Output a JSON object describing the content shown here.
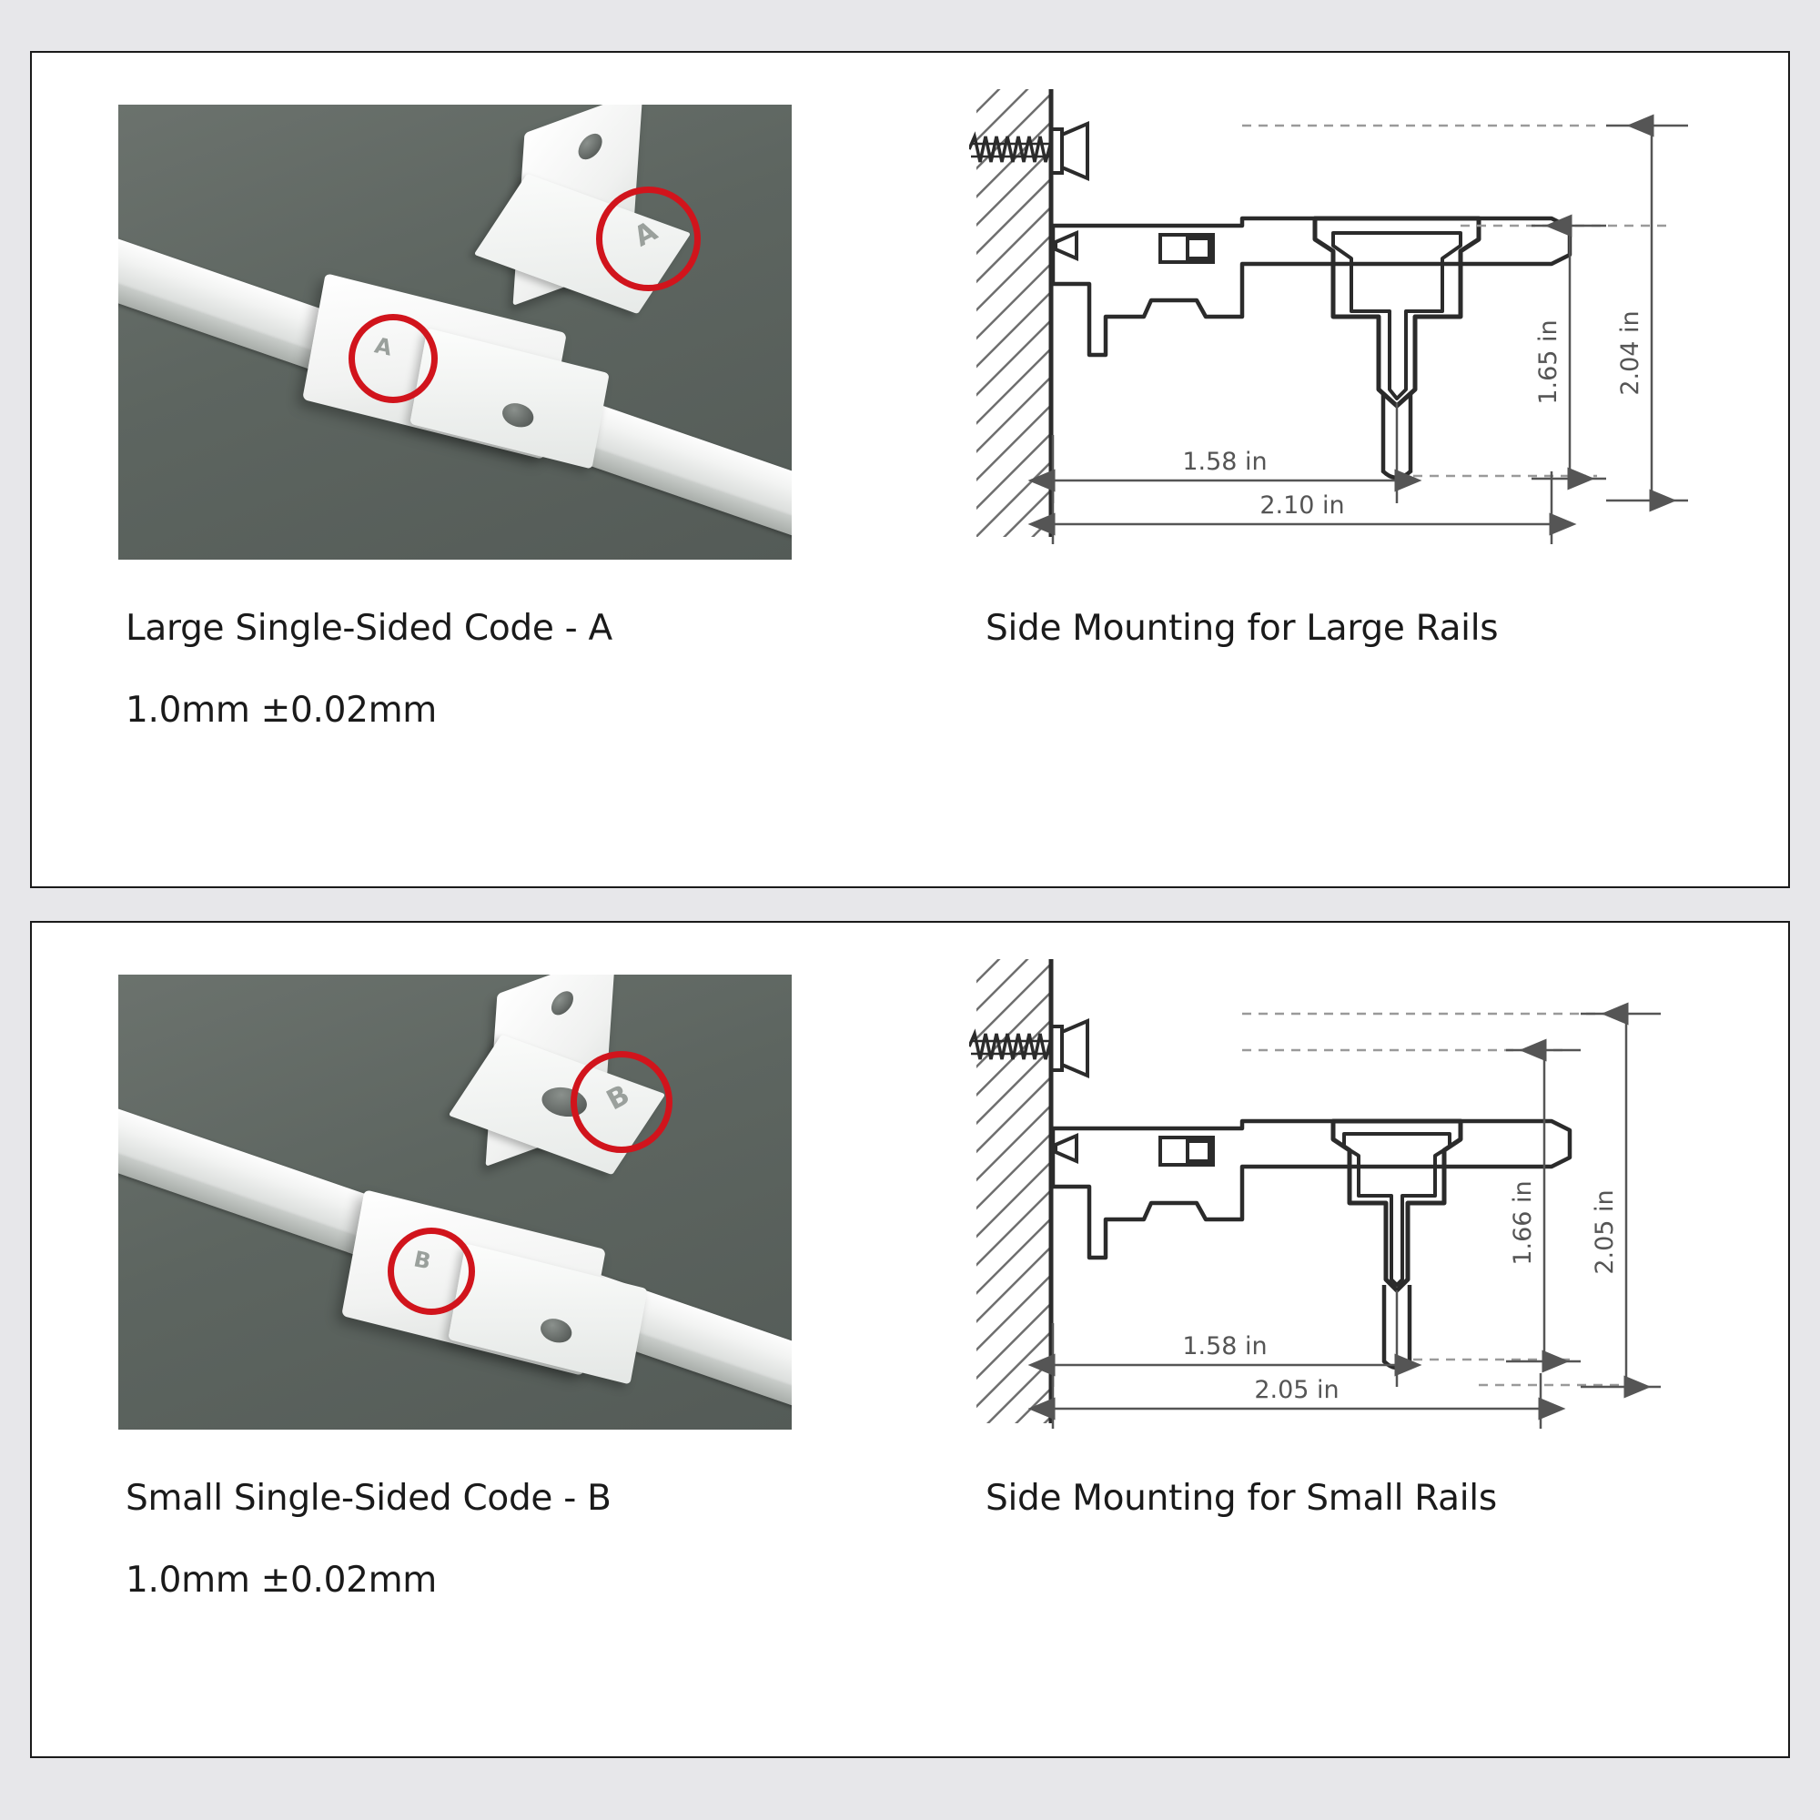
{
  "page": {
    "background_color": "#e7e7ea",
    "card_border_color": "#1a1a1a",
    "accent_color": "#d1141c",
    "photo_background_color": "#5e6662"
  },
  "panels": [
    {
      "id": "large",
      "photo": {
        "alt": "White single-sided large curtain rail bracket and end clip on grey background",
        "markings": [
          {
            "letter": "A",
            "circled": true,
            "location": "bracket-top"
          },
          {
            "letter": "A",
            "circled": true,
            "location": "clip"
          }
        ]
      },
      "caption_title": "Large Single-Sided Code - A",
      "caption_spec": "1.0mm ±0.02mm",
      "drawing": {
        "title": "Side Mounting for Large Rails",
        "dimensions": {
          "vertical_inner": "1.65 in",
          "vertical_outer": "2.04 in",
          "horizontal_inner": "1.58 in",
          "horizontal_outer": "2.10 in"
        }
      }
    },
    {
      "id": "small",
      "photo": {
        "alt": "White single-sided small curtain rail bracket and end clip on grey background",
        "markings": [
          {
            "letter": "B",
            "circled": true,
            "location": "bracket-top"
          },
          {
            "letter": "B",
            "circled": true,
            "location": "clip"
          }
        ]
      },
      "caption_title": "Small Single-Sided Code - B",
      "caption_spec": "1.0mm ±0.02mm",
      "drawing": {
        "title": "Side Mounting for Small Rails",
        "dimensions": {
          "vertical_inner": "1.66 in",
          "vertical_outer": "2.05 in",
          "horizontal_inner": "1.58 in",
          "horizontal_outer": "2.05 in"
        }
      }
    }
  ]
}
